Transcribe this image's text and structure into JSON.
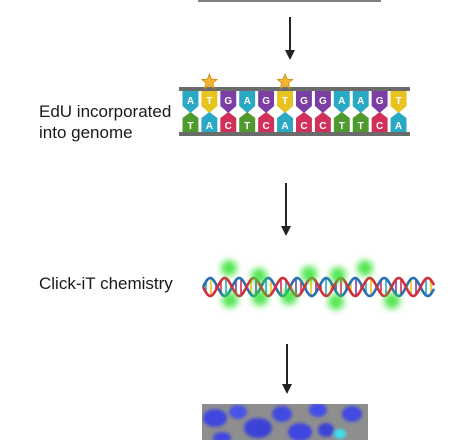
{
  "steps": [
    {
      "label_line1": "EdU incorporated",
      "label_line2": "into genome"
    },
    {
      "label": "Click-iT chemistry"
    }
  ],
  "dna_sequence": {
    "top": [
      "A",
      "T",
      "G",
      "A",
      "G",
      "T",
      "G",
      "G",
      "A",
      "A",
      "G",
      "T"
    ],
    "bottom": [
      "T",
      "A",
      "C",
      "T",
      "C",
      "A",
      "C",
      "C",
      "T",
      "T",
      "C",
      "A"
    ],
    "edu_positions": [
      1,
      5
    ]
  },
  "colors": {
    "A": "#2aa9c4",
    "T": "#e8c31f",
    "G": "#7b3ea3",
    "C": "#d0305a",
    "T_bottom_alt": "#4f9a2e",
    "backbone": "#6b6b6b",
    "arrow": "#222222",
    "fluor": "#34e334",
    "helix_red": "#d0303a",
    "helix_blue": "#2a6fb3",
    "cell_bg": "#8e8e8e",
    "nucleus": "#3f47e0"
  }
}
